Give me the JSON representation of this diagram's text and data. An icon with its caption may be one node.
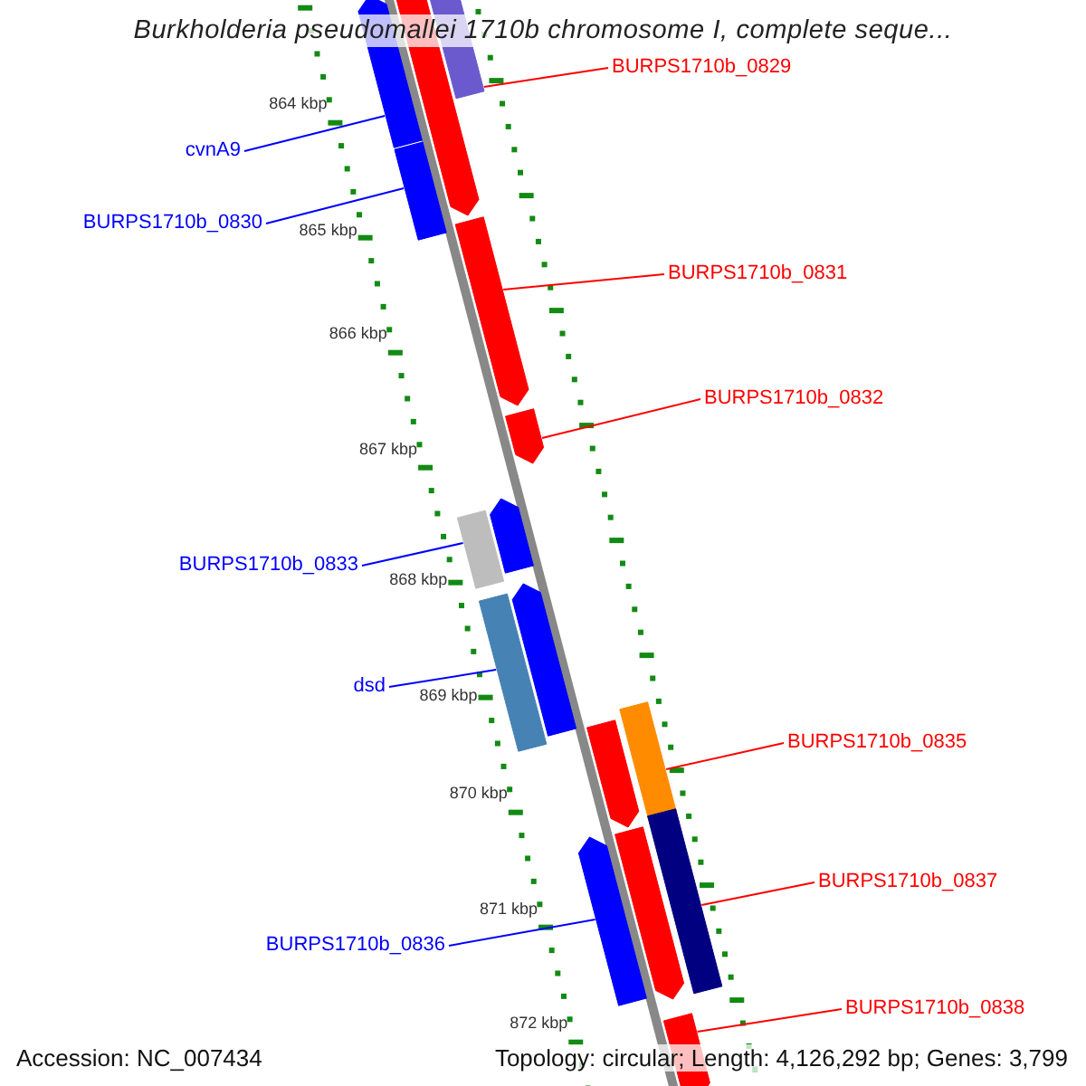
{
  "diagram": {
    "title": "Burkholderia pseudomallei 1710b chromosome I, complete seque...",
    "nodes": [
      {
        "text": [
          "BURPS1710b_0829"
        ]
      },
      {
        "text": [
          "cvnA9"
        ]
      },
      {
        "text": [
          "BURPS1710b_0830"
        ]
      },
      {
        "text": [
          "BURPS1710b_0831"
        ]
      },
      {
        "text": [
          "BURPS1710b_0832"
        ]
      },
      {
        "text": [
          "BURPS1710b_0833"
        ]
      },
      {
        "text": [
          "dsd"
        ]
      },
      {
        "text": [
          "BURPS1710b_0835"
        ]
      },
      {
        "text": [
          "BURPS1710b_0837"
        ]
      },
      {
        "text": [
          "BURPS1710b_0836"
        ]
      },
      {
        "text": [
          "BURPS1710b_0838"
        ]
      },
      {
        "text": [],
        "shape": "bar"
      },
      {
        "text": [],
        "shape": "bar"
      },
      {
        "text": [],
        "shape": "bar"
      },
      {
        "text": [],
        "shape": "bar"
      },
      {
        "text": [],
        "shape": "bar"
      },
      {
        "text": [],
        "shape": "bar"
      },
      {
        "text": [],
        "shape": "bar"
      },
      {
        "text": [],
        "shape": "bar"
      },
      {
        "text": [],
        "shape": "bar"
      },
      {
        "text": [],
        "shape": "bar"
      },
      {
        "text": [],
        "shape": "bar"
      },
      {
        "text": [],
        "shape": "bar"
      },
      {
        "text": [],
        "shape": "bar"
      },
      {
        "text": [],
        "shape": "bar"
      },
      {
        "text": [],
        "shape": "bar"
      },
      {
        "text": [],
        "shape": "bar"
      }
    ],
    "edges": [
      {
        "from": 0,
        "to": 13,
        "arrow": "none"
      },
      {
        "from": 1,
        "to": 11,
        "arrow": "none",
        "color": "#0000ff"
      },
      {
        "from": 2,
        "to": 14,
        "arrow": "none",
        "color": "#0000ff"
      },
      {
        "from": 3,
        "to": 15,
        "arrow": "none"
      },
      {
        "from": 4,
        "to": 16,
        "arrow": "none"
      },
      {
        "from": 5,
        "to": 18,
        "arrow": "none",
        "color": "#0000ff"
      },
      {
        "from": 6,
        "to": 20,
        "arrow": "none",
        "color": "#0000ff"
      },
      {
        "from": 7,
        "to": 21,
        "arrow": "none"
      },
      {
        "from": 8,
        "to": 23,
        "arrow": "none"
      },
      {
        "from": 9,
        "to": 24,
        "arrow": "none",
        "color": "#0000ff"
      },
      {
        "from": 10,
        "to": 26,
        "arrow": "none"
      }
    ],
    "labels": [
      "864 kbp",
      "865 kbp",
      "866 kbp",
      "867 kbp",
      "868 kbp",
      "869 kbp",
      "870 kbp",
      "871 kbp",
      "872 kbp",
      "Accession: NC_007434",
      "Topology: circular; Length: 4,126,292 bp; Genes: 3,799"
    ]
  }
}
